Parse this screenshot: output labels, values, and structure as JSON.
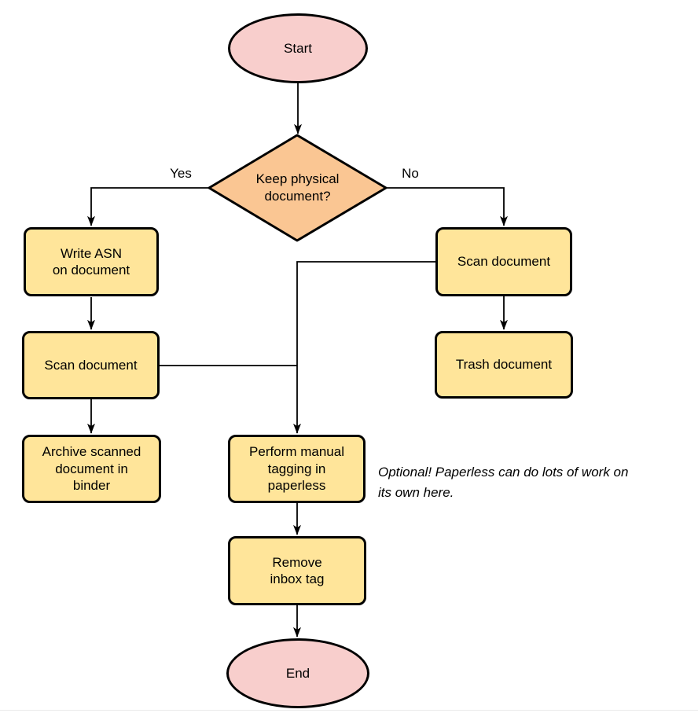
{
  "nodes": {
    "start": {
      "label": "Start"
    },
    "decision": {
      "lines": [
        "Keep physical",
        "document?"
      ]
    },
    "write_asn": {
      "lines": [
        "Write ASN",
        "on document"
      ]
    },
    "scan_left": {
      "label": "Scan document"
    },
    "archive": {
      "lines": [
        "Archive scanned",
        "document in",
        "binder"
      ]
    },
    "scan_right": {
      "label": "Scan document"
    },
    "trash": {
      "label": "Trash document"
    },
    "tagging": {
      "lines": [
        "Perform manual",
        "tagging in",
        "paperless"
      ]
    },
    "remove_inbox": {
      "lines": [
        "Remove",
        "inbox tag"
      ]
    },
    "end": {
      "label": "End"
    }
  },
  "edge_labels": {
    "yes": "Yes",
    "no": "No"
  },
  "note": {
    "lines": [
      "Optional! Paperless can do lots of work on",
      "its own here."
    ]
  },
  "colors": {
    "terminal_fill": "#F8CECC",
    "decision_fill": "#FAC693",
    "process_fill": "#FFE59A",
    "stroke": "#000000",
    "text": "#000000"
  }
}
